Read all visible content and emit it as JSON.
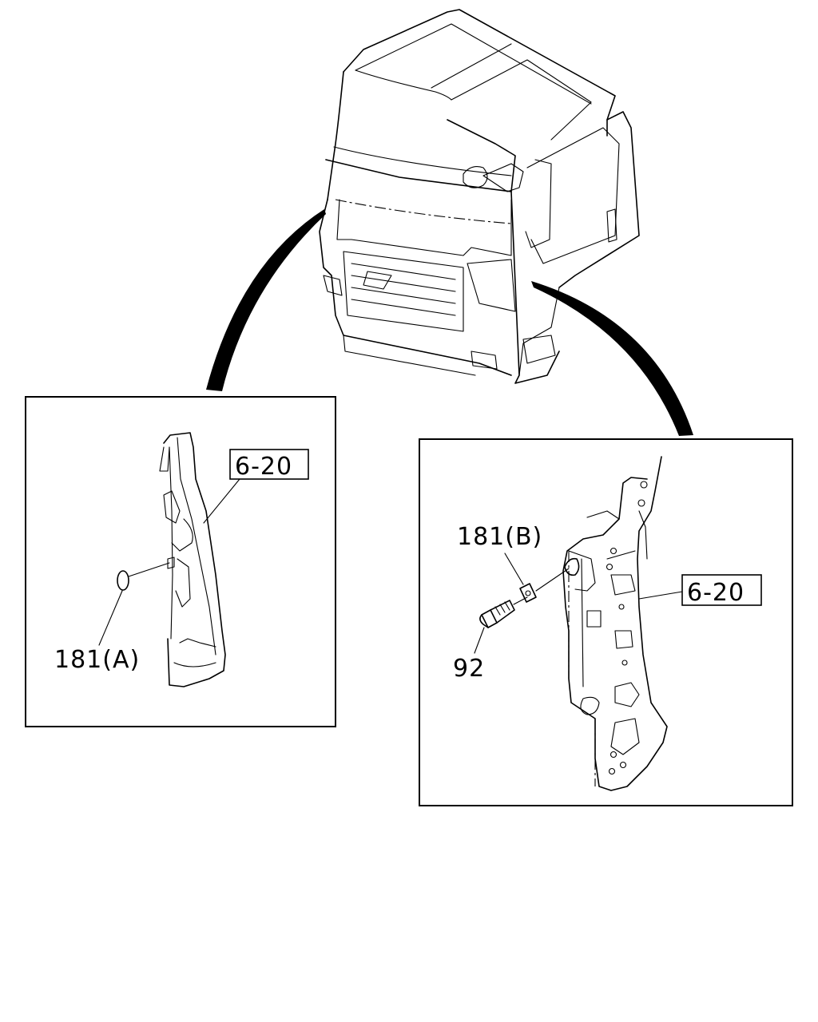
{
  "labels": {
    "left_ref": "6-20",
    "left_part": "181(A)",
    "right_ref": "6-20",
    "right_part_b": "181(B)",
    "right_bolt": "92"
  }
}
